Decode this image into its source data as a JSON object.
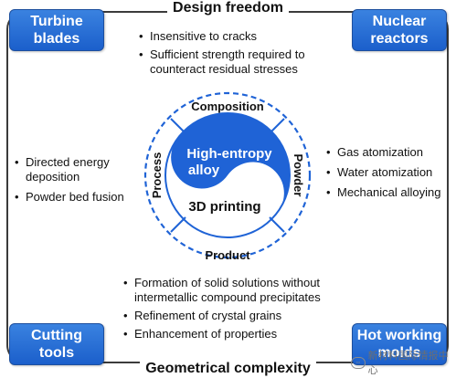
{
  "top_title": "Design freedom",
  "bottom_title": "Geometrical complexity",
  "corners": {
    "top_left": "Turbine blades",
    "top_right": "Nuclear reactors",
    "bottom_left": "Cutting tools",
    "bottom_right": "Hot working molds"
  },
  "circle": {
    "top": "Composition",
    "left": "Process",
    "right": "Powder",
    "bottom": "Product",
    "center_top": "High-entropy alloy",
    "center_top_line1": "High-entropy",
    "center_top_line2": "alloy",
    "center_bottom": "3D printing"
  },
  "lists": {
    "top": [
      "Insensitive to cracks",
      "Sufficient strength required to counteract residual stresses"
    ],
    "left": [
      "Directed energy deposition",
      "Powder bed fusion"
    ],
    "right": [
      "Gas atomization",
      "Water atomization",
      "Mechanical alloying"
    ],
    "bottom": [
      "Formation of solid solutions without intermetallic compound precipitates",
      "Refinement of crystal grains",
      "Enhancement of properties"
    ]
  },
  "watermark": "新材料国际情报中心",
  "colors": {
    "blue": "#1f63d6",
    "box_blue": "#2a6fd8",
    "frame": "#3b3b3b"
  }
}
